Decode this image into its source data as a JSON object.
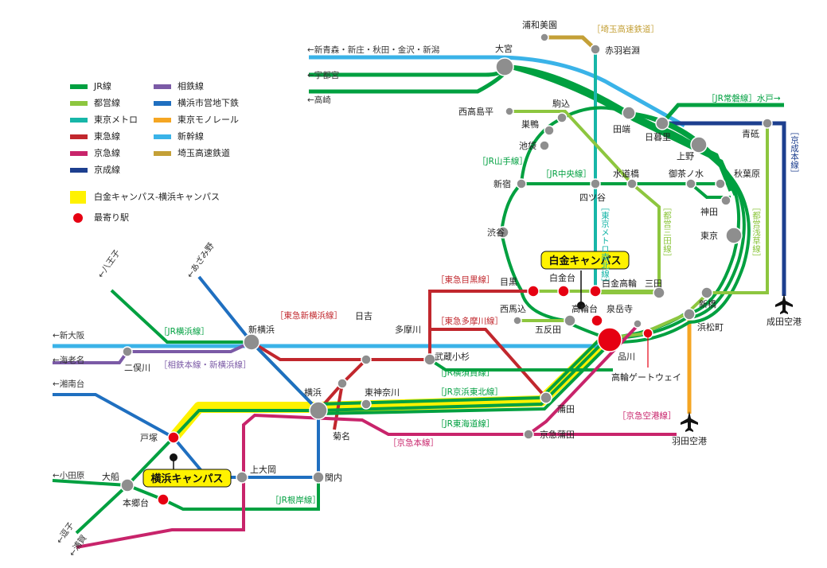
{
  "legend": {
    "lines": [
      {
        "label": "JR線",
        "color": "#00a040"
      },
      {
        "label": "都営線",
        "color": "#8dc63f"
      },
      {
        "label": "東京メトロ",
        "color": "#17b6a8"
      },
      {
        "label": "東急線",
        "color": "#c1272d"
      },
      {
        "label": "京急線",
        "color": "#c8246b"
      },
      {
        "label": "京成線",
        "color": "#1d3f8f"
      },
      {
        "label": "相鉄線",
        "color": "#7b5aa6"
      },
      {
        "label": "横浜市営地下鉄",
        "color": "#1f6fc0"
      },
      {
        "label": "東京モノレール",
        "color": "#f5a623"
      },
      {
        "label": "新幹線",
        "color": "#3ab3e8"
      },
      {
        "label": "埼玉高速鉄道",
        "color": "#c4a037"
      }
    ],
    "campus_route": "白金キャンパス-横浜キャンパス",
    "nearest_station": "最寄り駅"
  },
  "campuses": {
    "shirokane": "白金キャンパス",
    "yokohama": "横浜キャンパス"
  },
  "airports": {
    "narita": "成田空港",
    "haneda": "羽田空港",
    "icon": "airplane-icon"
  },
  "line_labels": {
    "saitama": "［埼玉高速鉄道］",
    "joban": "［JR常磐線］水戸→",
    "keisei": "［京成本線］",
    "yamanote": "［JR山手線］",
    "chuo": "［JR中央線］",
    "namboku": "［東京メトロ南北線］",
    "mita": "［都営三田線］",
    "asakusa": "［都営浅草線］",
    "meguro": "［東急目黒線］",
    "tamagawa": "［東急多摩川線］",
    "shinyokohama_line": "［東急新横浜線］",
    "jr_yokohama": "［JR横浜線］",
    "sotetsu": "［相鉄本線・新横浜線］",
    "yokosuka": "［JR横須賀線］",
    "keihin_tohoku": "［JR京浜東北線］",
    "tokaido": "［JR東海道線］",
    "keikyu_main": "［京急本線］",
    "keikyu_airport": "［京急空港線］",
    "negishi": "［JR根岸線］"
  },
  "directions": {
    "north1": "←新青森・新庄・秋田・金沢・新潟",
    "north2": "←宇都宮",
    "north3": "←高崎",
    "hachioji": "←八王子",
    "azamino": "←あざみ野",
    "shinosaka": "←新大阪",
    "ebina": "←海老名",
    "shonandai": "←湘南台",
    "odawara": "←小田原",
    "zushi": "←逗子",
    "uraga": "←浦賀"
  },
  "stations": {
    "urawamisono": "浦和美園",
    "akabaneiwabuchi": "赤羽岩淵",
    "omiya": "大宮",
    "nishitakashimadaira": "西高島平",
    "komagome": "駒込",
    "sugamo": "巣鴨",
    "ikebukuro": "池袋",
    "tabata": "田端",
    "nippori": "日暮里",
    "ueno": "上野",
    "aoto": "青砥",
    "shinjuku": "新宿",
    "yotsuya": "四ツ谷",
    "suidobashi": "水道橋",
    "ochanomizu": "御茶ノ水",
    "akihabara": "秋葉原",
    "kanda": "神田",
    "tokyo": "東京",
    "shibuya": "渋谷",
    "meguro": "目黒",
    "shirokanedai": "白金台",
    "shirokanetakanawa": "白金高輪",
    "mita": "三田",
    "takanawadai": "高輪台",
    "sengakuji": "泉岳寺",
    "nishimagome": "西馬込",
    "gotanda": "五反田",
    "shimbashi": "新橋",
    "hamamatsucho": "浜松町",
    "shinagawa": "品川",
    "takanawagateway": "高輪ゲートウェイ",
    "shinyokohama": "新横浜",
    "hiyoshi": "日吉",
    "tamagawa": "多摩川",
    "musashikosugi": "武蔵小杉",
    "futamatagawa": "二俣川",
    "yokohama": "横浜",
    "higashikanagawa": "東神奈川",
    "kikuna": "菊名",
    "kamata": "蒲田",
    "keikyukamata": "京急蒲田",
    "totsuka": "戸塚",
    "kamiooka": "上大岡",
    "kannai": "関内",
    "ofuna": "大船",
    "hongodai": "本郷台"
  }
}
